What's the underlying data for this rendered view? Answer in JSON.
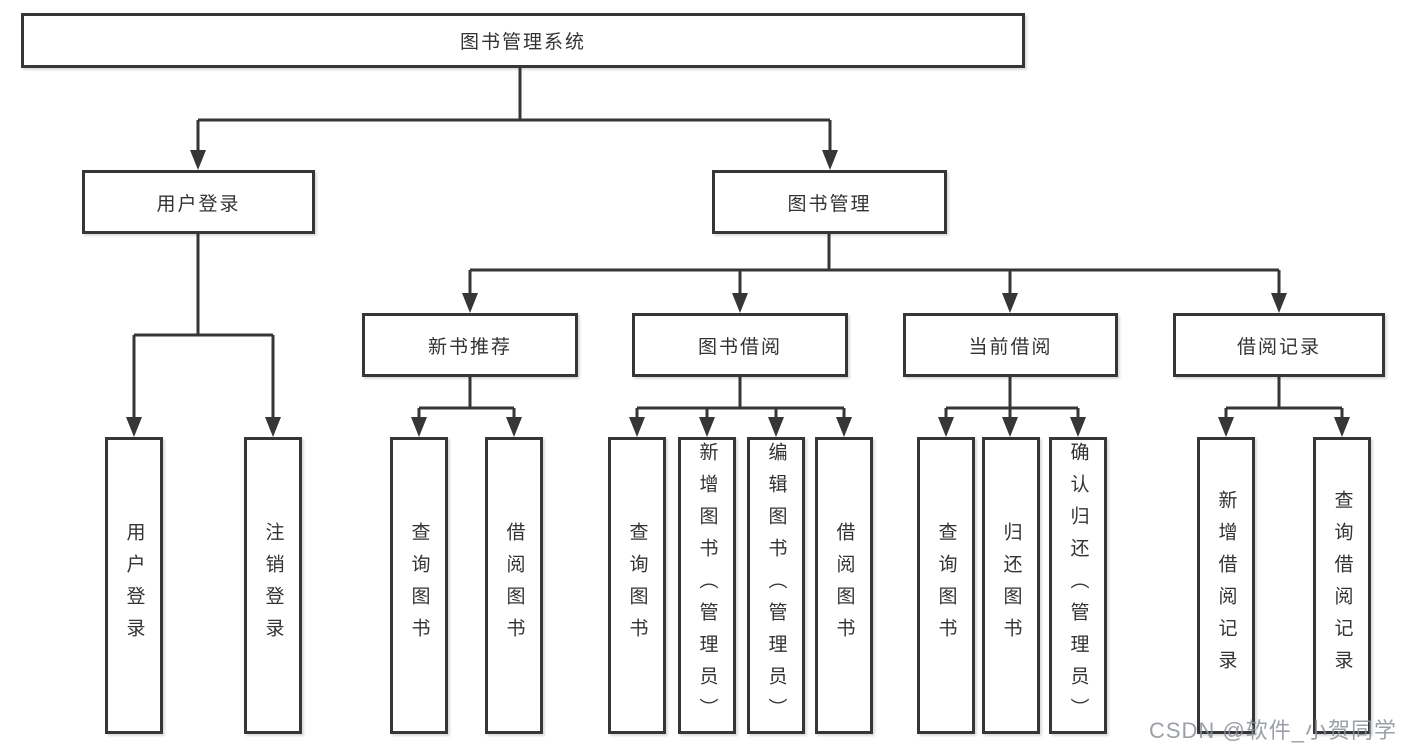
{
  "diagram": {
    "root": {
      "label": "图书管理系统"
    },
    "level2": [
      {
        "label": "用户登录",
        "children": [
          {
            "label": "用户登录"
          },
          {
            "label": "注销登录"
          }
        ]
      },
      {
        "label": "图书管理",
        "groups": [
          {
            "label": "新书推荐",
            "children": [
              {
                "label": "查询图书"
              },
              {
                "label": "借阅图书"
              }
            ]
          },
          {
            "label": "图书借阅",
            "children": [
              {
                "label": "查询图书"
              },
              {
                "label": "新增图书（管理员）"
              },
              {
                "label": "编辑图书（管理员）"
              },
              {
                "label": "借阅图书"
              }
            ]
          },
          {
            "label": "当前借阅",
            "children": [
              {
                "label": "查询图书"
              },
              {
                "label": "归还图书"
              },
              {
                "label": "确认归还（管理员）"
              }
            ]
          },
          {
            "label": "借阅记录",
            "children": [
              {
                "label": "新增借阅记录"
              },
              {
                "label": "查询借阅记录"
              }
            ]
          }
        ]
      }
    ]
  },
  "watermark": {
    "text": "CSDN @软件_小贺同学"
  },
  "colors": {
    "line": "#363636",
    "text": "#333333",
    "watermark": "#8a8e98",
    "background": "#ffffff"
  }
}
